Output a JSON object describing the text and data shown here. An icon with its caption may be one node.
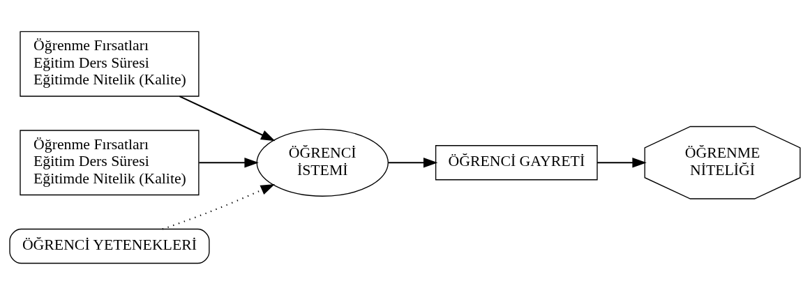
{
  "diagram": {
    "nodes": [
      {
        "text": [
          "Öğrenme Fırsatları",
          "Eğitim Ders Süresi",
          "Eğitimde Nitelik (Kalite)"
        ]
      },
      {
        "text": [
          "Öğrenme Fırsatları",
          "Eğitim Ders Süresi",
          "Eğitimde Nitelik (Kalite)"
        ]
      },
      {
        "text": [
          "ÖĞRENCİ İSTEMİ"
        ]
      },
      {
        "text": [
          "ÖĞRENCİ GAYRETİ"
        ]
      },
      {
        "text": [
          "ÖĞRENME NİTELİĞİ"
        ]
      },
      {
        "text": [
          "ÖĞRENCİ YETENEKLERİ"
        ]
      }
    ],
    "edges": [
      {
        "from": 0,
        "to": 2,
        "arrow": "to"
      },
      {
        "from": 1,
        "to": 2,
        "arrow": "to"
      },
      {
        "from": 2,
        "to": 3,
        "arrow": "to"
      },
      {
        "from": 3,
        "to": 4,
        "arrow": "to"
      },
      {
        "from": 5,
        "to": 2,
        "arrow": "to",
        "style": "dashed"
      }
    ]
  }
}
